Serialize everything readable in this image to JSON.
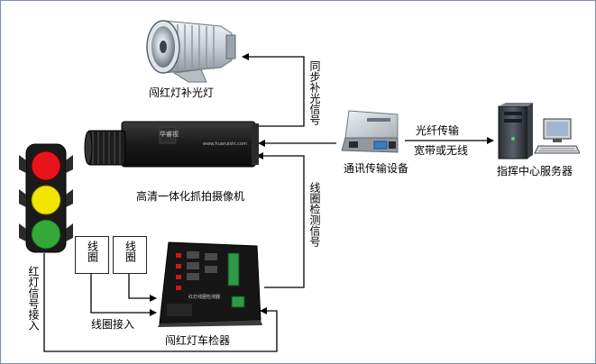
{
  "labels": {
    "flash_light": "闯红灯补光灯",
    "camera": "高清一体化抓拍摄像机",
    "comm_device": "通讯传输设备",
    "server": "指挥中心服务器",
    "detector": "闯红灯车检器",
    "coil_input": "线圈接入",
    "fiber": "光纤传输",
    "broadband": "宽带或无线",
    "sync_signal": "同步补光信号",
    "coil_detect_signal": "线圈检测信号",
    "red_signal_input": "红灯信号接入",
    "coil_1": "线圈",
    "coil_2": "线圈"
  },
  "device_text": {
    "camera_brand": "华睿视",
    "camera_url": "www.huaruishi.com",
    "detector_panel": "红灯线圈检测器"
  },
  "colors": {
    "wire": "#000000",
    "red_lamp": "#e8141b",
    "yellow_lamp": "#f2e600",
    "green_lamp": "#34a838",
    "body_dark": "#1c1c1c",
    "border": "#7a8fa6"
  }
}
